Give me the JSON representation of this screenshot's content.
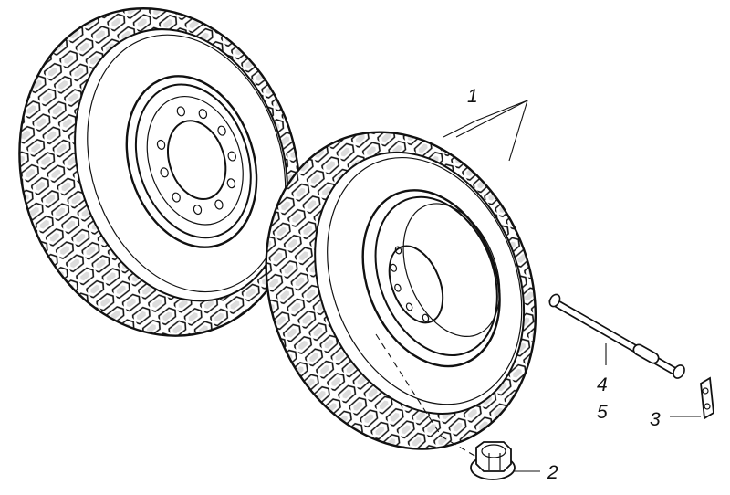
{
  "drawing": {
    "parts": [
      {
        "id": "part-1",
        "label": "1"
      },
      {
        "id": "part-2",
        "label": "2"
      },
      {
        "id": "part-3",
        "label": "3"
      },
      {
        "id": "part-4",
        "label": "4"
      },
      {
        "id": "part-5",
        "label": "5"
      }
    ],
    "colors": {
      "ink": "#111111",
      "paper": "#ffffff"
    }
  }
}
